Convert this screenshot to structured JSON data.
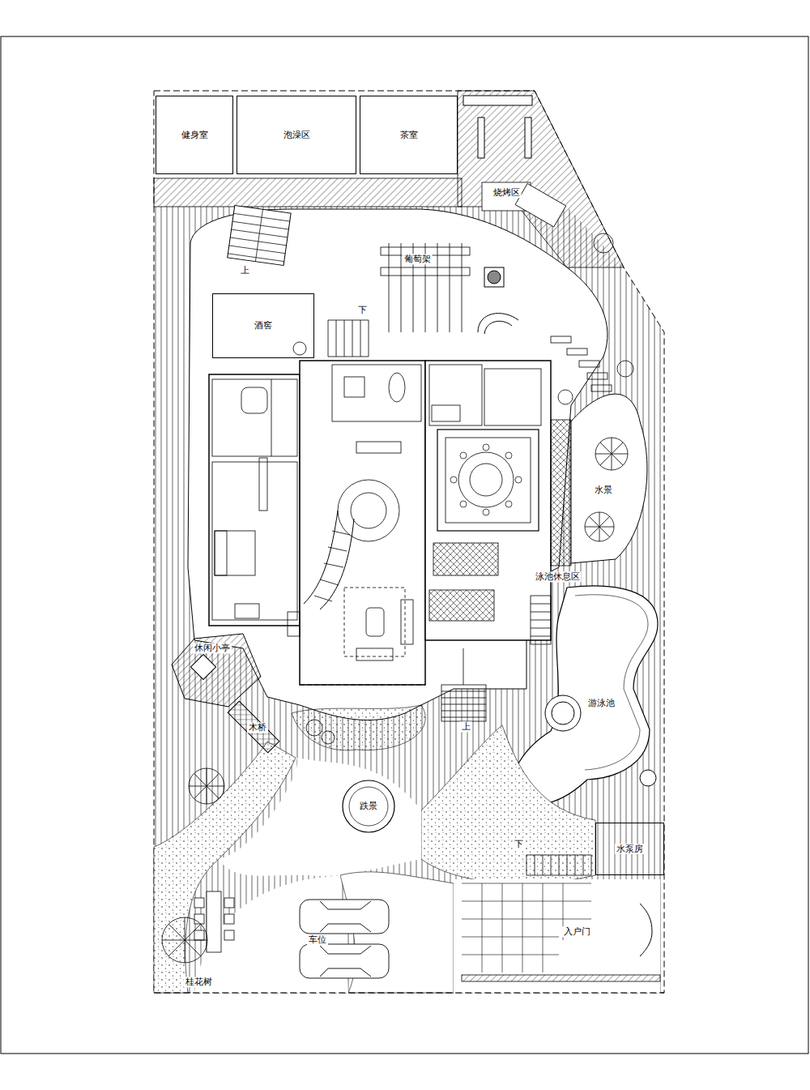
{
  "diagram": {
    "nodes": [
      {
        "text": [
          "健身室"
        ]
      },
      {
        "text": [
          "泡澡区"
        ]
      },
      {
        "text": [
          "茶室"
        ]
      },
      {
        "text": [
          "酒窖"
        ]
      },
      {
        "text": [
          "水泵房"
        ]
      }
    ],
    "labels": [
      "烧烤区",
      "上",
      "葡萄架",
      "下",
      "水景",
      "泳池休息区",
      "休闲小亭",
      "木桥",
      "游泳池",
      "上",
      "跌景",
      "下",
      "入户门",
      "车位",
      "桂花树"
    ]
  }
}
